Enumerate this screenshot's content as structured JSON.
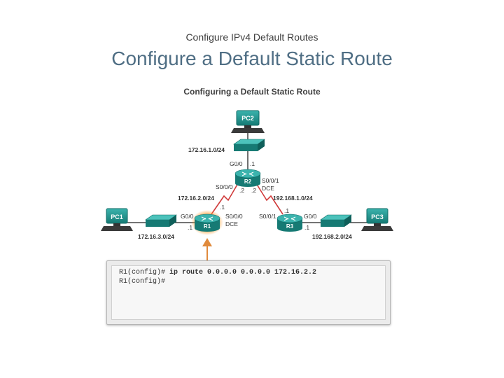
{
  "header": {
    "subtitle": "Configure IPv4 Default Routes",
    "title": "Configure a Default Static Route"
  },
  "figure": {
    "title": "Configuring a Default Static Route",
    "devices": {
      "pc2": "PC2",
      "pc1": "PC1",
      "pc3": "PC3",
      "r1": "R1",
      "r2": "R2",
      "r3": "R3"
    },
    "labels": {
      "net_pc2": "172.16.1.0/24",
      "r2_g00": "G0/0",
      "r2_g00_ip": ".1",
      "r2_s000": "S0/0/0",
      "r2_s000_ip": ".2",
      "r2_s001": "S0/0/1",
      "r2_s001_ip": ".2",
      "r2_dce": "DCE",
      "net_r1r2": "172.16.2.0/24",
      "net_r2r3": "192.168.1.0/24",
      "r1_s000_ip": ".1",
      "r1_g00": "G0/0",
      "r1_s000": "S0/0/0",
      "r1_dce": "DCE",
      "r1_g00_ip": ".1",
      "net_pc1": "172.16.3.0/24",
      "r3_s001_ip": ".1",
      "r3_s001": "S0/0/1",
      "r3_g00": "G0/0",
      "r3_g00_ip": ".1",
      "net_pc3": "192.168.2.0/24"
    }
  },
  "cli": {
    "line1_prompt": "R1(config)# ",
    "line1_cmd": "ip route",
    "line1_args": " 0.0.0.0 0.0.0.0 172.16.2.2",
    "line2": "R1(config)#"
  },
  "colors": {
    "title": "#4f6e84",
    "teal": "#1b8c86",
    "serial": "#d03a3a",
    "arrow": "#e08a3c"
  }
}
